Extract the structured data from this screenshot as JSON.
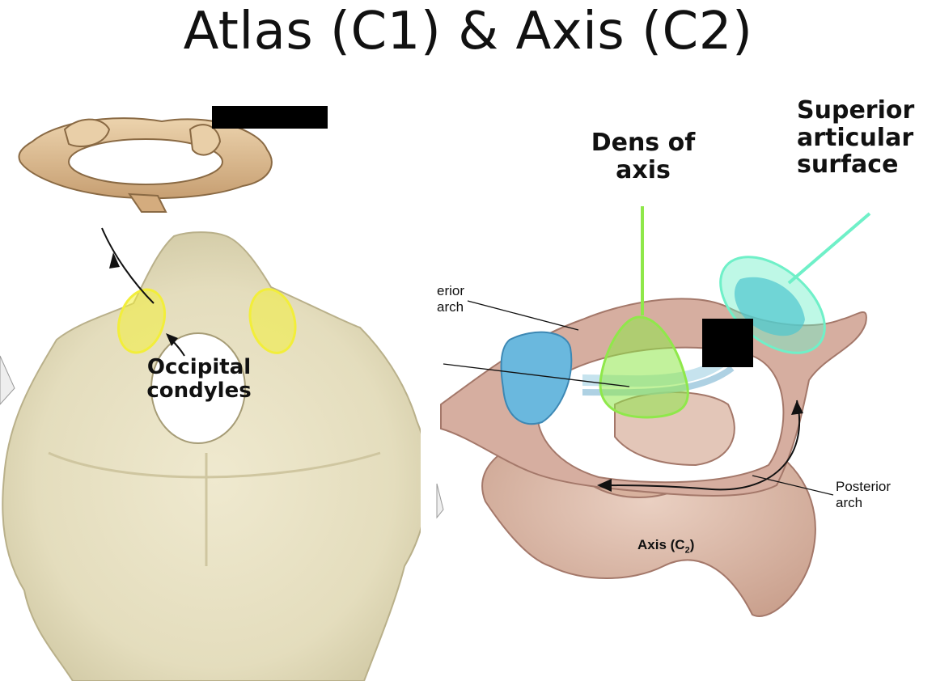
{
  "title": "Atlas (C1) & Axis (C2)",
  "labels": {
    "occipital_condyles": [
      "Occipital",
      "condyles"
    ],
    "dens_of_axis": [
      "Dens of",
      "axis"
    ],
    "superior_articular_surface": [
      "Superior",
      "articular",
      "surface"
    ],
    "anterior_arch_partial": [
      "erior",
      "arch"
    ],
    "posterior_arch": [
      "Posterior",
      "arch"
    ],
    "axis_c2": "Axis (C",
    "axis_c2_sub": "2",
    "axis_c2_close": ")"
  },
  "colors": {
    "condyle_highlight": "#f2ee3a",
    "dens_highlight": "#8fe84a",
    "facet_highlight": "#6ff0c8",
    "bone_skull": "#e6e0c0",
    "bone_atlas": "#d7b690",
    "bone_vertebra": "#d9b4a6",
    "facet_blue": "#6ab8de"
  }
}
